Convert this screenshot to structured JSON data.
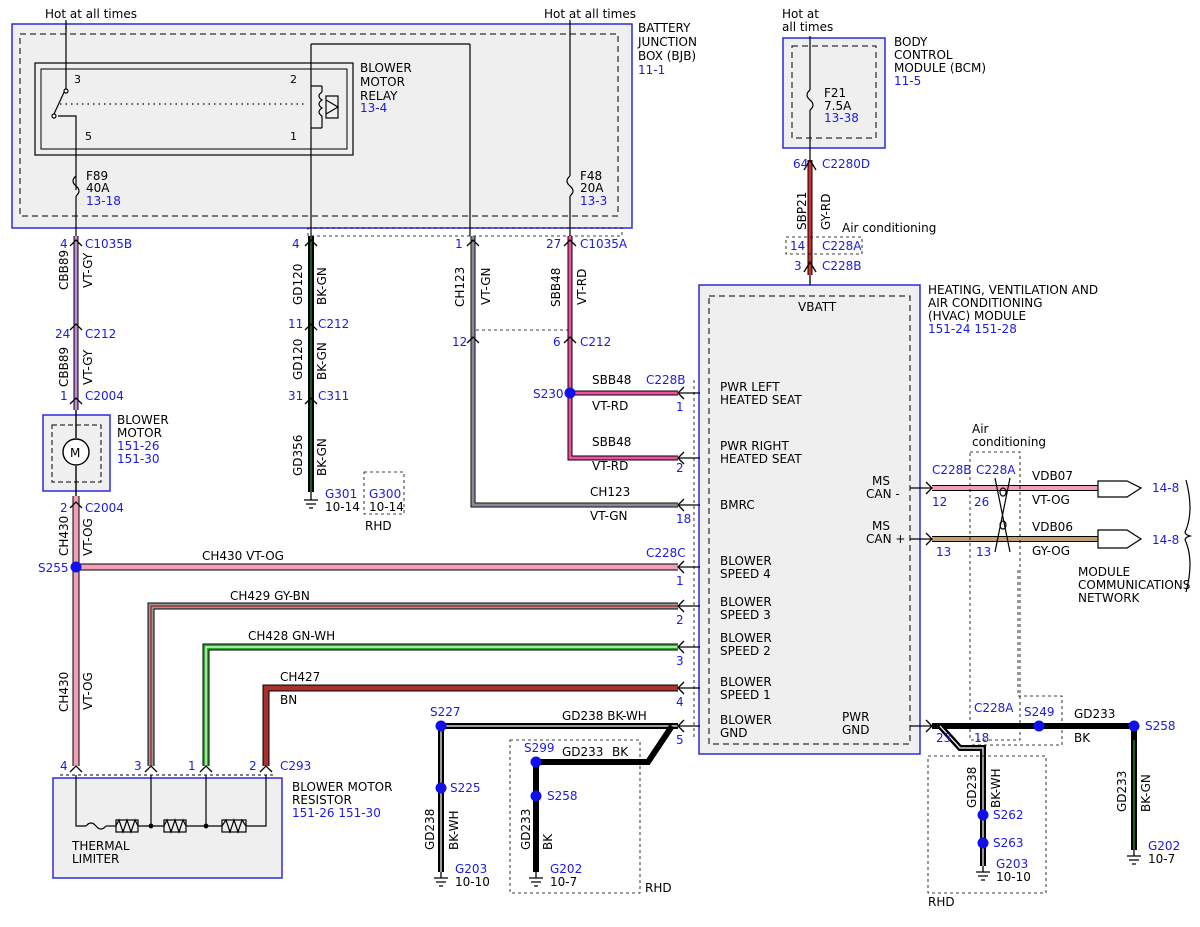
{
  "colors": {
    "box_fill": "#efefef",
    "box_border": "#2a2ae6",
    "ref_text": "#1a1ae6",
    "splice_dot": "#1010ee",
    "wire_vt": "#c48ad8",
    "wire_gy": "#8f8f8f",
    "wire_pk": "#f28aa6",
    "wire_rd": "#ef2a5f",
    "wire_bk": "#000000",
    "wire_gn": "#1fa51f",
    "wire_bn": "#a83030",
    "wire_tan": "#c2a070"
  },
  "power": {
    "hot1": "Hot at all times",
    "hot2": "Hot at all times",
    "hot3a": "Hot at",
    "hot3b": "all times"
  },
  "bjb": {
    "name": [
      "BATTERY",
      "JUNCTION",
      "BOX (BJB)"
    ],
    "ref": "11-1"
  },
  "relay": {
    "name": [
      "BLOWER",
      "MOTOR",
      "RELAY"
    ],
    "ref": "13-4",
    "pins": [
      "3",
      "5",
      "2",
      "1"
    ]
  },
  "fuses": {
    "f89": {
      "name": "F89",
      "amps": "40A",
      "ref": "13-18"
    },
    "f48": {
      "name": "F48",
      "amps": "20A",
      "ref": "13-3"
    },
    "f21": {
      "name": "F21",
      "amps": "7.5A",
      "ref": "13-38"
    }
  },
  "bcm": {
    "name": [
      "BODY",
      "CONTROL",
      "MODULE (BCM)"
    ],
    "ref": "11-5"
  },
  "hvac": {
    "name": [
      "HEATING, VENTILATION AND",
      "AIR CONDITIONING",
      "(HVAC) MODULE"
    ],
    "ref": "151-24  151-28",
    "vbatt": "VBATT",
    "pins": {
      "pwr_left": [
        "PWR LEFT",
        "HEATED SEAT"
      ],
      "pwr_right": [
        "PWR RIGHT",
        "HEATED SEAT"
      ],
      "bmrc": "BMRC",
      "speed4": [
        "BLOWER",
        "SPEED 4"
      ],
      "speed3": [
        "BLOWER",
        "SPEED 3"
      ],
      "speed2": [
        "BLOWER",
        "SPEED 2"
      ],
      "speed1": [
        "BLOWER",
        "SPEED 1"
      ],
      "gnd": [
        "BLOWER",
        "GND"
      ],
      "pwr_gnd": [
        "PWR",
        "GND"
      ],
      "ms_can_minus": [
        "MS",
        "CAN -"
      ],
      "ms_can_plus": [
        "MS",
        "CAN +"
      ]
    }
  },
  "blower_motor": {
    "name": [
      "BLOWER",
      "MOTOR"
    ],
    "ref1": "151-26",
    "ref2": "151-30",
    "symbol": "M"
  },
  "resistor": {
    "name": [
      "BLOWER MOTOR",
      "RESISTOR"
    ],
    "ref": "151-26  151-30",
    "limiter": [
      "THERMAL",
      "LIMITER"
    ]
  },
  "network": {
    "name": [
      "MODULE",
      "COMMUNICATIONS",
      "NETWORK"
    ],
    "ref1": "14-8",
    "ref2": "14-8"
  },
  "ac_labels": {
    "c228a_top": "Air conditioning",
    "right": [
      "Air",
      "conditioning"
    ]
  },
  "connectors": {
    "c1035b": "C1035B",
    "c1035a": "C1035A",
    "c212": "C212",
    "c2004": "C2004",
    "c311": "C311",
    "c2280d": "C2280D",
    "c228a": "C228A",
    "c228b": "C228B",
    "c228c": "C228C",
    "c293": "C293"
  },
  "pins": {
    "p4": "4",
    "p24": "24",
    "p1": "1",
    "p2": "2",
    "p11": "11",
    "p31": "31",
    "p27": "27",
    "p6": "6",
    "p12": "12",
    "p64": "64",
    "p14": "14",
    "p3": "3",
    "p18": "18",
    "p5": "5",
    "p23": "23",
    "p26": "26",
    "p13": "13"
  },
  "circuits": {
    "cbb89": "CBB89",
    "vt_gy": "VT-GY",
    "gd120": "GD120",
    "bk_gn": "BK-GN",
    "gd356": "GD356",
    "ch123": "CH123",
    "vt_gn": "VT-GN",
    "sbb48": "SBB48",
    "vt_rd": "VT-RD",
    "sbp21": "SBP21",
    "gy_rd": "GY-RD",
    "ch430": "CH430",
    "vt_og": "VT-OG",
    "ch430_vt_og": "CH430   VT-OG",
    "ch429_gy_bn": "CH429   GY-BN",
    "ch428_gn_wh": "CH428   GN-WH",
    "ch427": "CH427",
    "bn": "BN",
    "gd238_bk_wh": "GD238   BK-WH",
    "gd238": "GD238",
    "bk_wh": "BK-WH",
    "gd233": "GD233",
    "bk": "BK",
    "vdb07": "VDB07",
    "vt_og2": "VT-OG",
    "vdb06": "VDB06",
    "gy_og": "GY-OG"
  },
  "splices": {
    "s230": "S230",
    "s255": "S255",
    "s227": "S227",
    "s225": "S225",
    "s299": "S299",
    "s258": "S258",
    "s249": "S249",
    "s258b": "S258",
    "s262": "S262",
    "s263": "S263"
  },
  "grounds": {
    "g301": "G301",
    "g301_ref": "10-14",
    "g300": "G300",
    "g300_ref": "10-14",
    "g203": "G203",
    "g203_ref": "10-10",
    "g202": "G202",
    "g202_ref": "10-7",
    "g203b": "G203",
    "g203b_ref": "10-10",
    "g202b": "G202",
    "g202b_ref": "10-7"
  },
  "rhd": {
    "r1": "RHD",
    "r2": "RHD",
    "r3": "RHD"
  }
}
